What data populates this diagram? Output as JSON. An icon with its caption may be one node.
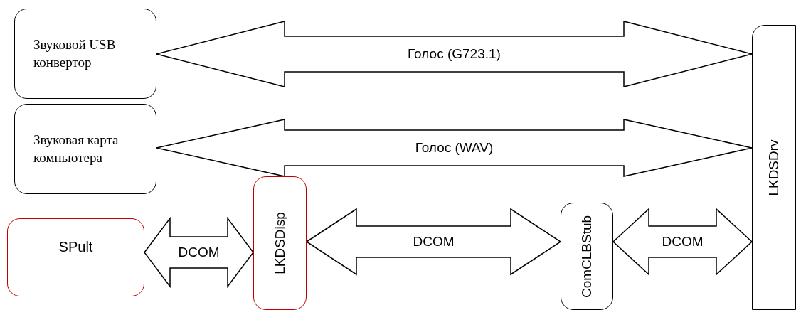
{
  "diagram": {
    "nodes": [
      {
        "text": [
          "Звуковой USB конвертор"
        ]
      },
      {
        "text": [
          "Звуковая карта компьютера"
        ]
      },
      {
        "text": [
          "SPult"
        ]
      },
      {
        "text": [
          "LKDSDisp"
        ]
      },
      {
        "text": [
          "ComCLBStub"
        ]
      },
      {
        "text": [
          "LKDSDrv"
        ]
      }
    ],
    "edges": [
      {
        "from": 0,
        "to": 5,
        "arrow": "both",
        "label": "Голос (G723.1)"
      },
      {
        "from": 1,
        "to": 5,
        "arrow": "both",
        "label": "Голос (WAV)"
      },
      {
        "from": 2,
        "to": 3,
        "arrow": "both",
        "label": "DCOM"
      },
      {
        "from": 3,
        "to": 4,
        "arrow": "both",
        "label": "DCOM"
      },
      {
        "from": 4,
        "to": 5,
        "arrow": "both",
        "label": "DCOM"
      }
    ]
  }
}
